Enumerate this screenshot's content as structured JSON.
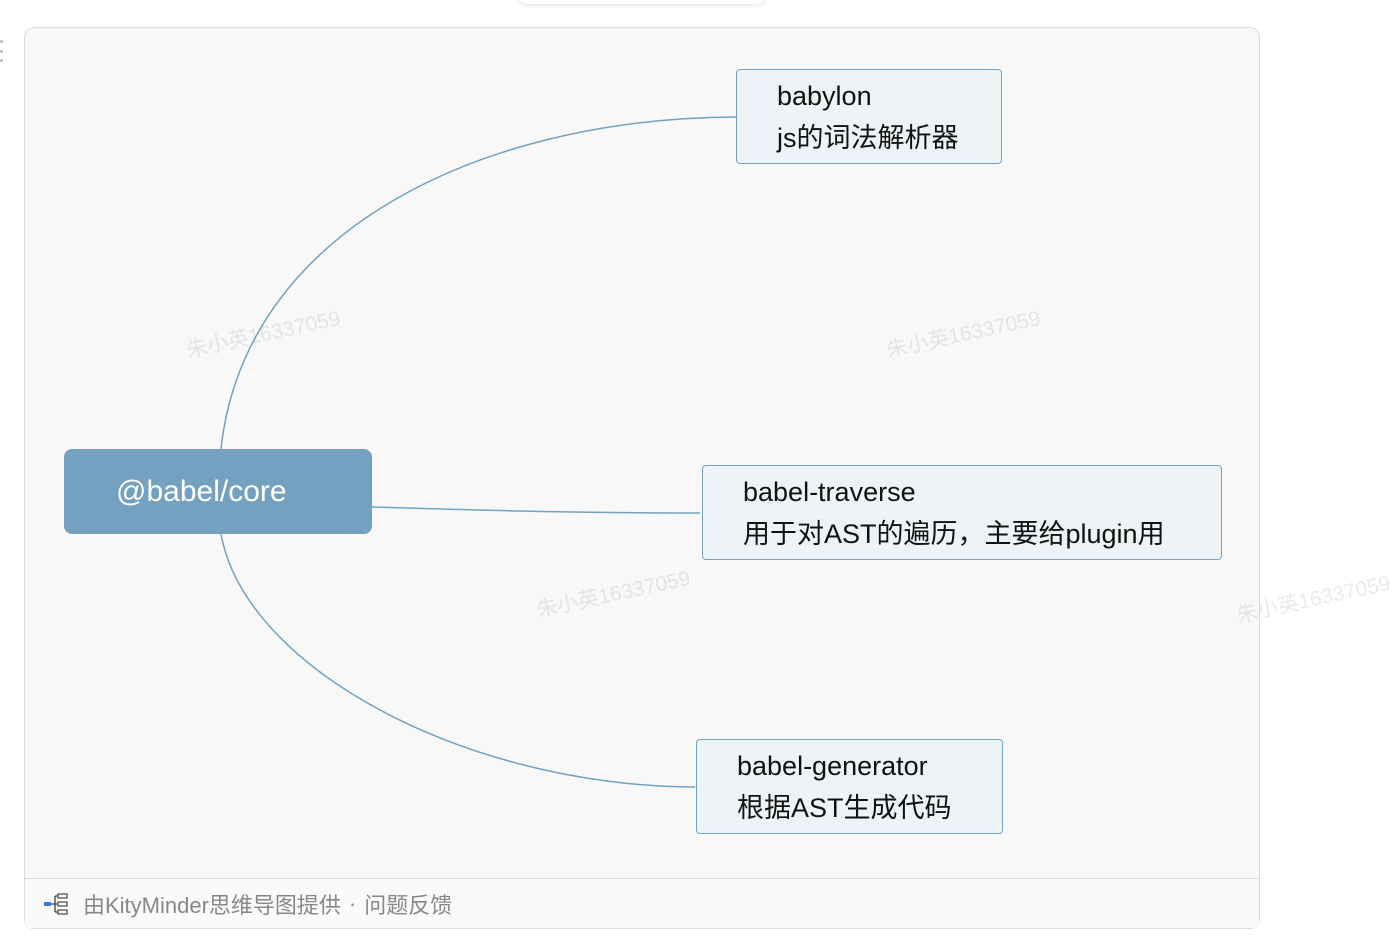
{
  "mindmap": {
    "root": {
      "label": "@babel/core"
    },
    "children": [
      {
        "name": "babylon",
        "desc": "js的词法解析器"
      },
      {
        "name": "babel-traverse",
        "desc": "用于对AST的遍历，主要给plugin用"
      },
      {
        "name": "babel-generator",
        "desc": "根据AST生成代码"
      }
    ]
  },
  "watermarks": [
    "朱小英16337059",
    "朱小英16337059",
    "朱小英16337059",
    "朱小英16337059"
  ],
  "footer": {
    "provider_text": "由KityMinder思维导图提供",
    "separator": "·",
    "feedback_link": "问题反馈"
  },
  "colors": {
    "root_fill": "#73a1bf",
    "node_border": "#73a1bf",
    "node_fill": "#eef3f6",
    "connector": "#73a1bf"
  }
}
